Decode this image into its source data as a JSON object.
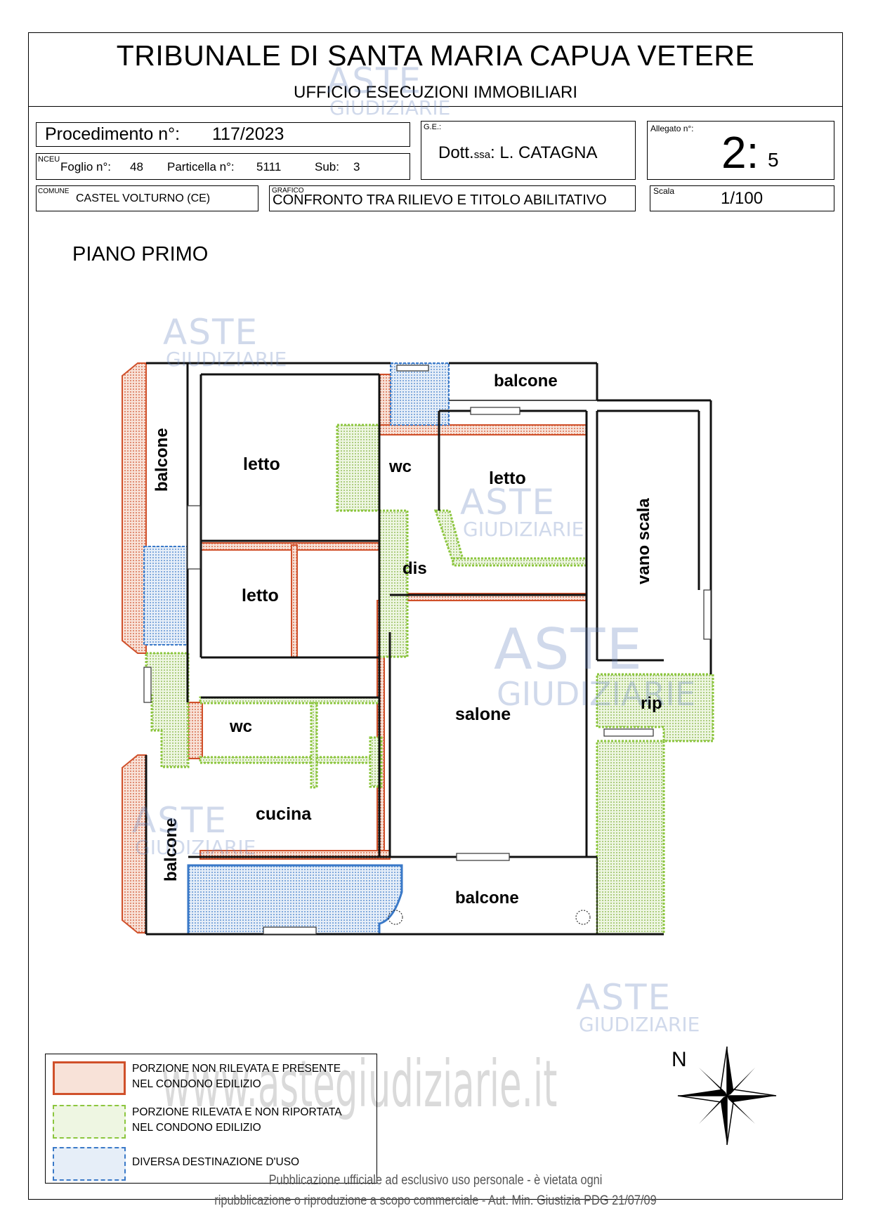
{
  "header": {
    "title": "TRIBUNALE DI SANTA MARIA CAPUA VETERE",
    "subtitle": "UFFICIO ESECUZIONI IMMOBILIARI"
  },
  "info": {
    "procedimento_label": "Procedimento n°:",
    "procedimento_value": "117/2023",
    "nceu_label": "NCEU",
    "foglio_label": "Foglio n°:",
    "foglio_value": "48",
    "particella_label": "Particella n°:",
    "particella_value": "5111",
    "sub_label": "Sub:",
    "sub_value": "3",
    "ge_label": "G.E.:",
    "judge_prefix": "Dott.",
    "judge_suffix": "ssa",
    "judge_name": ": L. CATAGNA",
    "allegato_label": "Allegato n°:",
    "allegato_main": "2:",
    "allegato_sub": "5",
    "comune_label": "COMUNE",
    "comune_value": "CASTEL VOLTURNO  (CE)",
    "grafico_label": "GRAFICO",
    "grafico_value": "CONFRONTO TRA RILIEVO E TITOLO ABILITATIVO",
    "scala_label": "Scala",
    "scala_value": "1/100"
  },
  "floor_label": "PIANO PRIMO",
  "rooms": {
    "balcone_top": "balcone",
    "balcone_left_top": "balcone",
    "letto_1": "letto",
    "wc_1": "wc",
    "letto_2": "letto",
    "vano_scala": "vano scala",
    "dis": "dis",
    "letto_3": "letto",
    "salone": "salone",
    "rip": "rip",
    "wc_2": "wc",
    "cucina": "cucina",
    "balcone_left_bottom": "balcone",
    "balcone_bottom": "balcone"
  },
  "compass": {
    "north_label": "N"
  },
  "legend": {
    "items": [
      {
        "line1": "PORZIONE NON RILEVATA E PRESENTE",
        "line2": "NEL CONDONO EDILIZIO",
        "color": "#d0502a"
      },
      {
        "line1": "PORZIONE RILEVATA E NON RIPORTATA",
        "line2": "NEL CONDONO EDILIZIO",
        "color": "#8cc63e"
      },
      {
        "line1": "DIVERSA DESTINAZIONE D'USO",
        "line2": "",
        "color": "#3a79c8"
      }
    ]
  },
  "watermark": {
    "brand_top": "ASTE",
    "brand_bottom": "GIUDIZIARIE",
    "site": "www.astegiudiziarie.it"
  },
  "footer": {
    "line1": "Pubblicazione ufficiale ad esclusivo uso personale - è vietata ogni",
    "line2": "ripubblicazione o riproduzione a scopo commerciale - Aut. Min. Giustizia PDG 21/07/09"
  },
  "colors": {
    "red": "#d0502a",
    "green": "#8cc63e",
    "blue": "#3a79c8"
  }
}
